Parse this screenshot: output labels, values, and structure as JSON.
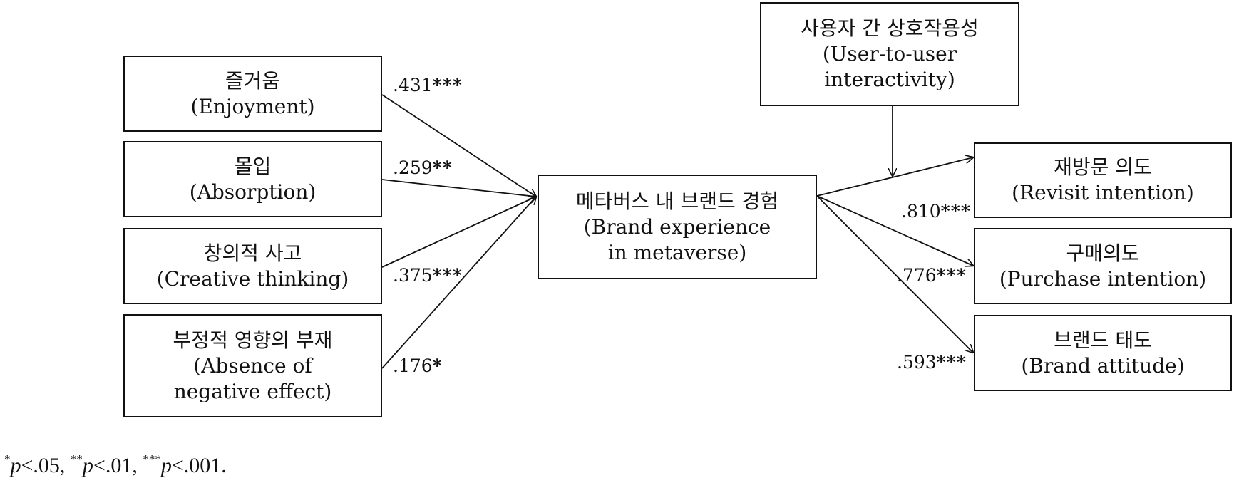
{
  "boxes": {
    "enjoyment": {
      "ko": "즐거움",
      "en": [
        "(Enjoyment)"
      ]
    },
    "absorption": {
      "ko": "몰입",
      "en": [
        "(Absorption)"
      ]
    },
    "creative": {
      "ko": "창의적 사고",
      "en": [
        "(Creative thinking)"
      ]
    },
    "absence": {
      "ko": "부정적 영향의 부재",
      "en": [
        "(Absence of",
        "negative effect)"
      ]
    },
    "brand_experience": {
      "ko": "메타버스 내 브랜드 경험",
      "en": [
        "(Brand experience",
        "in metaverse)"
      ]
    },
    "interactivity": {
      "ko": "사용자 간 상호작용성",
      "en": [
        "(User-to-user",
        "interactivity)"
      ]
    },
    "revisit": {
      "ko": "재방문 의도",
      "en": [
        "(Revisit intention)"
      ]
    },
    "purchase": {
      "ko": "구매의도",
      "en": [
        "(Purchase intention)"
      ]
    },
    "attitude": {
      "ko": "브랜드 태도",
      "en": [
        "(Brand attitude)"
      ]
    }
  },
  "coefficients": {
    "enjoyment": {
      "value": ".431",
      "stars": "***"
    },
    "absorption": {
      "value": ".259",
      "stars": "**"
    },
    "creative": {
      "value": ".375",
      "stars": "***"
    },
    "absence": {
      "value": ".176",
      "stars": "*"
    },
    "revisit": {
      "value": ".810",
      "stars": "***"
    },
    "purchase": {
      "value": ".776",
      "stars": "***"
    },
    "attitude": {
      "value": ".593",
      "stars": "***"
    }
  },
  "note": {
    "s1": "*",
    "p1": "p",
    "t1": "<.05, ",
    "s2": "**",
    "p2": "p",
    "t2": "<.01, ",
    "s3": "***",
    "p3": "p",
    "t3": "<.001."
  },
  "colors": {
    "line": "#111111",
    "text": "#111111",
    "background": "#ffffff"
  }
}
